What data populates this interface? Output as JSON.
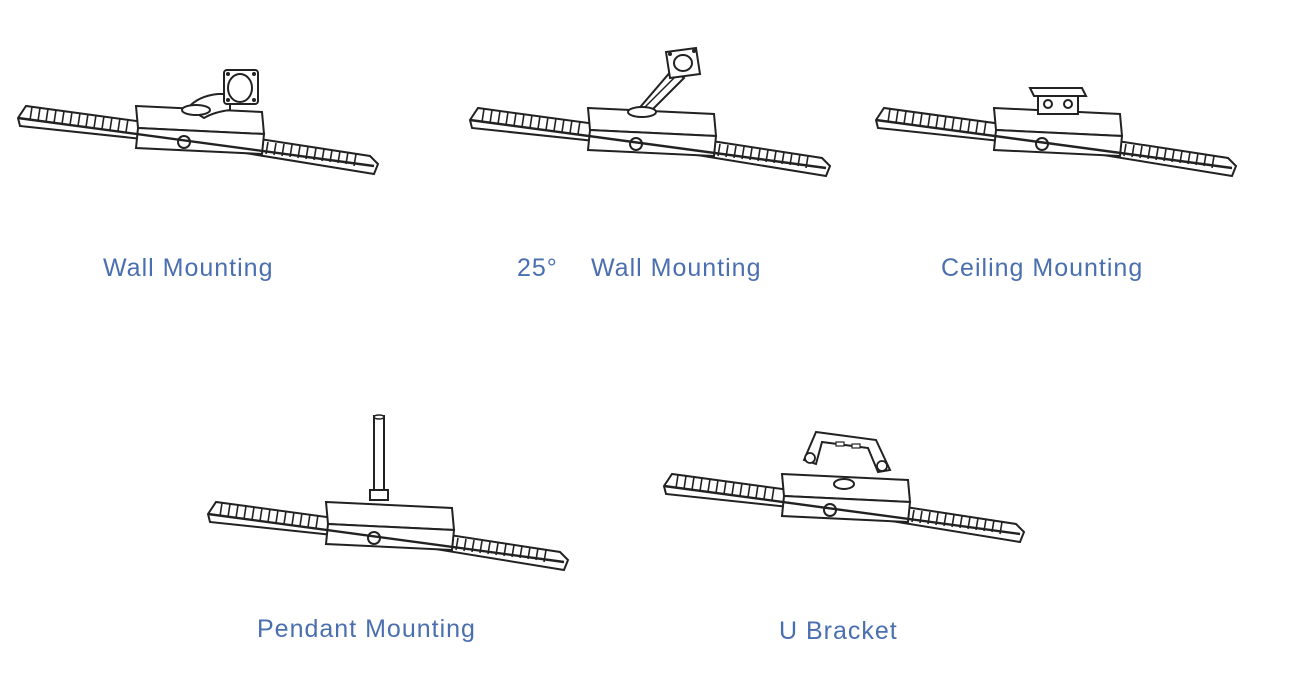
{
  "accent_color": "#4a6fb0",
  "line_color": "#222222",
  "items": [
    {
      "label": "Wall Mounting",
      "icon": "wall-mount-fixture-icon"
    },
    {
      "prefix": "25°",
      "label": "Wall Mounting",
      "icon": "angled-wall-mount-fixture-icon"
    },
    {
      "label": "Ceiling Mounting",
      "icon": "ceiling-mount-fixture-icon"
    },
    {
      "label": "Pendant Mounting",
      "icon": "pendant-mount-fixture-icon"
    },
    {
      "label": "U Bracket",
      "icon": "u-bracket-fixture-icon"
    }
  ]
}
